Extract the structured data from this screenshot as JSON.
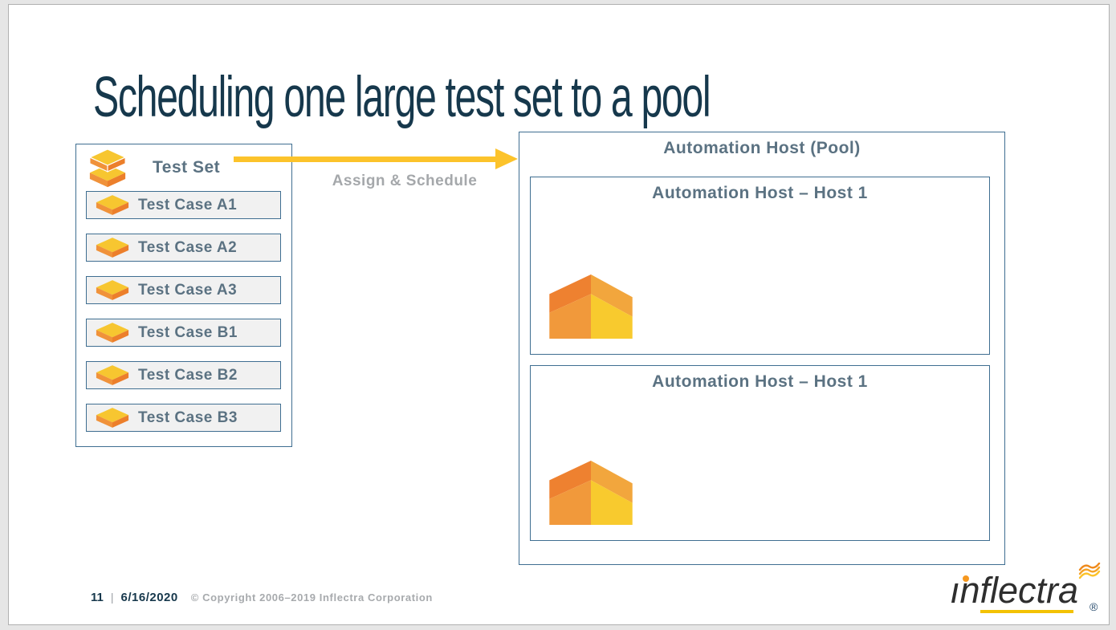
{
  "slide": {
    "title": "Scheduling one large test set to a pool",
    "footer": {
      "page_number": "11",
      "separator": "|",
      "date": "6/16/2020",
      "copyright": "© Copyright 2006–2019 Inflectra Corporation"
    },
    "logo": {
      "text": "inflectra",
      "registered": "®",
      "flame_icon": "flame-squiggle-icon"
    }
  },
  "test_set_panel": {
    "title": "Test Set",
    "icon": "test-set-stack-icon",
    "test_cases": [
      {
        "label": "Test Case A1",
        "icon": "test-case-layer-icon"
      },
      {
        "label": "Test Case A2",
        "icon": "test-case-layer-icon"
      },
      {
        "label": "Test Case A3",
        "icon": "test-case-layer-icon"
      },
      {
        "label": "Test Case B1",
        "icon": "test-case-layer-icon"
      },
      {
        "label": "Test Case B2",
        "icon": "test-case-layer-icon"
      },
      {
        "label": "Test Case B3",
        "icon": "test-case-layer-icon"
      }
    ]
  },
  "assignment": {
    "label": "Assign & Schedule",
    "arrow_icon": "assign-arrow-icon",
    "arrow_color": "#fcc32b",
    "label_color": "#a5a8ab"
  },
  "pool_panel": {
    "title": "Automation Host (Pool)",
    "hosts": [
      {
        "title": "Automation Host – Host 1",
        "icon": "automation-host-house-icon"
      },
      {
        "title": "Automation Host – Host 1",
        "icon": "automation-host-house-icon"
      }
    ]
  },
  "colors": {
    "panel_border": "#3f6e91",
    "heading_text": "#16384c",
    "body_text": "#5b7282",
    "row_background": "#f1f1f1",
    "muted_text": "#a5a8ab",
    "logo_underline_gold": "#f3c204",
    "house_palette": {
      "left_roof": "#ee8130",
      "right_roof": "#f2a63d",
      "left_wall": "#f1993b",
      "right_wall": "#f8ca2e"
    }
  }
}
